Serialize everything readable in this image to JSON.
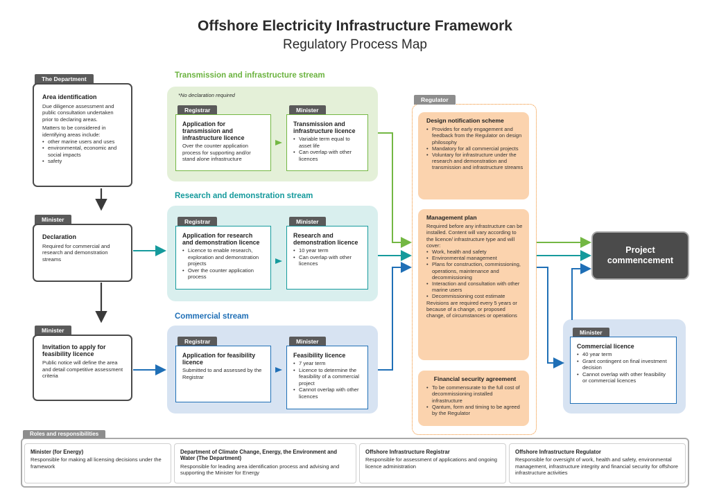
{
  "header": {
    "title": "Offshore Electricity Infrastructure Framework",
    "subtitle": "Regulatory Process Map"
  },
  "colors": {
    "green_stream": "#e4f0d8",
    "teal_stream": "#d9efee",
    "blue_stream": "#d7e3f2",
    "green_accent": "#73b743",
    "teal_accent": "#159a9c",
    "blue_accent": "#1f6fb6",
    "regulator_card": "#fbd3ae",
    "regulator_border": "#f08a24",
    "project_box": "#4b4b4b"
  },
  "left_column": {
    "department": {
      "tag": "The Department",
      "heading": "Area identification",
      "text1": "Due diligence assessment and public consultation undertaken prior to declaring areas.",
      "text2": "Matters to be considered in identifying areas include:",
      "items": [
        "other marine users and uses",
        "environmental, economic and social impacts",
        "safety"
      ]
    },
    "declaration": {
      "tag": "Minister",
      "heading": "Declaration",
      "text": "Required for commercial and research and demonstration streams"
    },
    "invitation": {
      "tag": "Minister",
      "heading": "Invitation to apply for feasibility licence",
      "text": "Public notice will define the area and detail competitive assessment criteria"
    }
  },
  "streams": {
    "transmission": {
      "title": "Transmission and infrastructure stream",
      "note": "*No declaration required",
      "registrar_tag": "Registrar",
      "registrar_heading": "Application for transmission and infrastructure licence",
      "registrar_text": "Over the counter application process for supporting and/or stand alone infrastructure",
      "minister_tag": "Minister",
      "minister_heading": "Transmission and infrastructure licence",
      "minister_items": [
        "Variable term equal to asset life",
        "Can overlap with other licences"
      ]
    },
    "research": {
      "title": "Research and demonstration stream",
      "registrar_tag": "Registrar",
      "registrar_heading": "Application for research and demonstration licence",
      "registrar_items": [
        "Licence to enable research, exploration and demonstration projects",
        "Over the counter application process"
      ],
      "minister_tag": "Minister",
      "minister_heading": "Research and demonstration licence",
      "minister_items": [
        "10 year term",
        "Can overlap with other licences"
      ]
    },
    "commercial": {
      "title": "Commercial stream",
      "registrar_tag": "Registrar",
      "registrar_heading": "Application for feasibility licence",
      "registrar_text": "Submitted to and assessed by the Registrar",
      "minister_tag": "Minister",
      "minister_heading": "Feasibility licence",
      "minister_items": [
        "7 year term",
        "Licence to determine the feasibility of a commercial project",
        "Cannot overlap with other licences"
      ]
    }
  },
  "regulator": {
    "tag": "Regulator",
    "design": {
      "heading": "Design notification scheme",
      "items": [
        "Provides for early engagement and feedback from the Regulator on design philosophy",
        "Mandatory for all commercial projects",
        "Voluntary for infrastructure under the research and demonstration and transmission and infrastructure streams"
      ]
    },
    "management": {
      "heading": "Management plan",
      "intro": "Required before any infrastructure can be installed. Content will vary according to the licence/ infrastructure type and will cover:",
      "items": [
        "Work, health and safety",
        "Environmental management",
        "Plans for construction, commissioning, operations, maintenance and decommissioning",
        "Interaction and consultation with other marine users",
        "Decommissioning cost estimate"
      ],
      "outro": "Revisions are required every 5 years or because of a change, or proposed change, of circumstances or operations"
    },
    "financial": {
      "heading": "Financial security agreement",
      "items": [
        "To be commensurate to the full cost of decommissioning installed infrastructure",
        "Qantum, form and timing to be agreed by the Regulator"
      ]
    }
  },
  "project": {
    "label": "Project commencement"
  },
  "commercial_licence": {
    "tag": "Minister",
    "heading": "Commercial licence",
    "items": [
      "40 year term",
      "Grant contingent on final investment decision",
      "Cannot overlap with other feasibility or commercial licences"
    ]
  },
  "roles": {
    "tag": "Roles and responsibilities",
    "items": [
      {
        "title": "Minister (for Energy)",
        "text": "Responsible for making all licensing decisions under the framework"
      },
      {
        "title": "Department of Climate Change, Energy, the Environment and Water (The Department)",
        "text": "Responsible for leading area identification process and advising and supporting the Minister for Energy"
      },
      {
        "title": "Offshore Infrastructure Registrar",
        "text": "Responsible for assessment of applications and ongoing licence administration"
      },
      {
        "title": "Offshore Infrastructure Regulator",
        "text": "Responsible for oversight of work, health and safety, environmental management, infrastructure integrity and financial security for offshore infrastructure activities"
      }
    ]
  }
}
